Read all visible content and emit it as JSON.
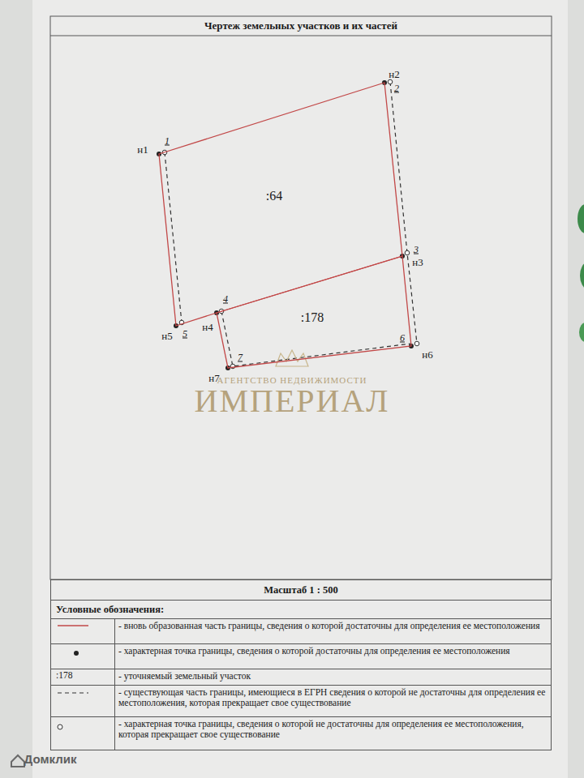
{
  "diagram": {
    "title": "Чертеж земельных участков и их частей",
    "nodes": [
      {
        "text": [
          ":64"
        ]
      },
      {
        "text": [
          ":178"
        ]
      }
    ],
    "labels": [
      "н1",
      "1",
      "н2",
      "2",
      "3",
      "н3",
      "4",
      "н4",
      "н5",
      "5",
      "6",
      "н6",
      "7",
      "н7",
      "АГЕНТСТВО НЕДВИЖИМОСТИ",
      "ИМПЕРИАЛ",
      "Масштаб 1 : 500",
      "Условные обозначения:",
      ":178",
      "Домклик"
    ],
    "legend": [
      {
        "text": "- вновь образованная часть границы, сведения о которой достаточны для определения ее местоположения"
      },
      {
        "text": "- характерная точка границы, сведения о которой достаточны для определения ее местоположения"
      },
      {
        "text": "- уточняемый земельный участок"
      },
      {
        "text": "- существующая часть границы, имеющиеся в ЕГРН сведения о которой не достаточны для определения ее местоположения, которая прекращает свое существование"
      },
      {
        "text": "- характерная точка границы, сведения о которой не достаточны для определения ее местоположения, которая прекращает свое существование"
      }
    ]
  }
}
